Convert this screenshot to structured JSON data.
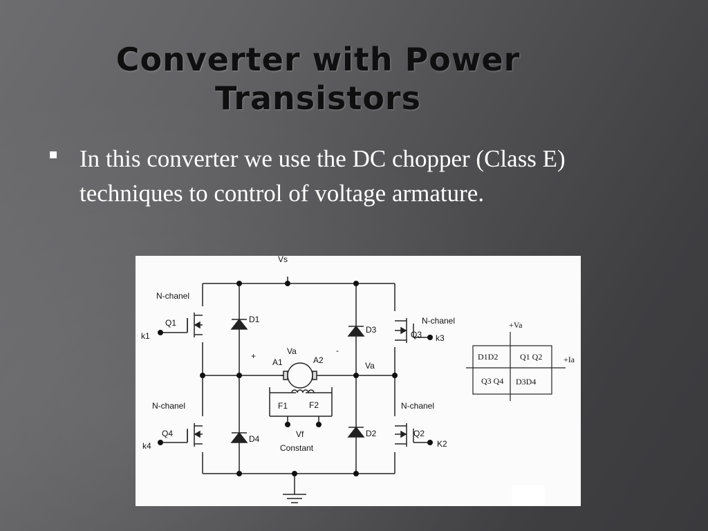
{
  "slide": {
    "title_line1": "Converter with Power",
    "title_line2": "Transistors",
    "bullet": "In this converter we use the DC chopper (Class E) techniques to control of voltage armature."
  },
  "circuit": {
    "vs": "Vs",
    "q1_type": "N-chanel",
    "q1": "Q1",
    "k1": "k1",
    "d1": "D1",
    "q3_type": "N-chanel",
    "q3": "Q3",
    "k3": "k3",
    "d3": "D3",
    "plus": "+",
    "minus": "-",
    "va_motor": "Va",
    "a1": "A1",
    "a2": "A2",
    "va_right": "Va",
    "f1": "F1",
    "f2": "F2",
    "vf": "Vf",
    "constant": "Constant",
    "q4_type": "N-chanel",
    "q4": "Q4",
    "k4": "k4",
    "d4": "D4",
    "q2_type": "N-chanel",
    "q2": "Q2",
    "k2": "K2",
    "d2": "D2"
  },
  "quadrant": {
    "plus_va": "+Va",
    "plus_ia": "+Ia",
    "q_top_left": "D1D2",
    "q_top_right": "Q1 Q2",
    "q_bottom_left": "Q3 Q4",
    "q_bottom_right": "D3D4"
  }
}
